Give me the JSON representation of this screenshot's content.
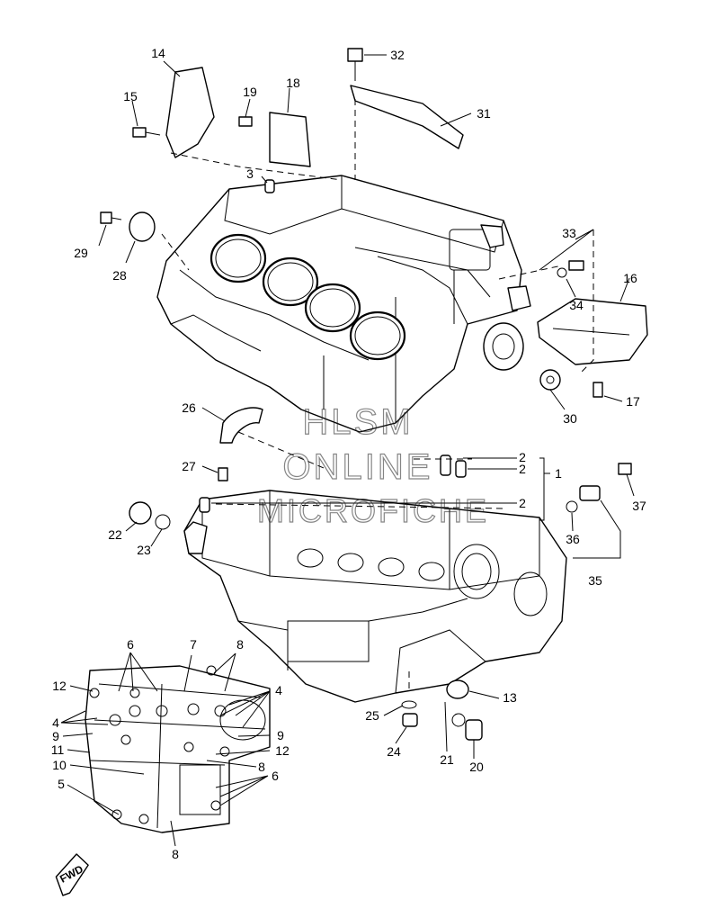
{
  "callouts": [
    {
      "id": "c1",
      "text": "1"
    },
    {
      "id": "c2a",
      "text": "2"
    },
    {
      "id": "c2b",
      "text": "2"
    },
    {
      "id": "c2c",
      "text": "2"
    },
    {
      "id": "c3",
      "text": "3"
    },
    {
      "id": "c4a",
      "text": "4"
    },
    {
      "id": "c4b",
      "text": "4"
    },
    {
      "id": "c5",
      "text": "5"
    },
    {
      "id": "c6a",
      "text": "6"
    },
    {
      "id": "c6b",
      "text": "6"
    },
    {
      "id": "c7",
      "text": "7"
    },
    {
      "id": "c8a",
      "text": "8"
    },
    {
      "id": "c8b",
      "text": "8"
    },
    {
      "id": "c8c",
      "text": "8"
    },
    {
      "id": "c9a",
      "text": "9"
    },
    {
      "id": "c9b",
      "text": "9"
    },
    {
      "id": "c10",
      "text": "10"
    },
    {
      "id": "c11",
      "text": "11"
    },
    {
      "id": "c12a",
      "text": "12"
    },
    {
      "id": "c12b",
      "text": "12"
    },
    {
      "id": "c13",
      "text": "13"
    },
    {
      "id": "c14",
      "text": "14"
    },
    {
      "id": "c15",
      "text": "15"
    },
    {
      "id": "c16",
      "text": "16"
    },
    {
      "id": "c17",
      "text": "17"
    },
    {
      "id": "c18",
      "text": "18"
    },
    {
      "id": "c19",
      "text": "19"
    },
    {
      "id": "c20",
      "text": "20"
    },
    {
      "id": "c21",
      "text": "21"
    },
    {
      "id": "c22",
      "text": "22"
    },
    {
      "id": "c23",
      "text": "23"
    },
    {
      "id": "c24",
      "text": "24"
    },
    {
      "id": "c25",
      "text": "25"
    },
    {
      "id": "c26",
      "text": "26"
    },
    {
      "id": "c27",
      "text": "27"
    },
    {
      "id": "c28",
      "text": "28"
    },
    {
      "id": "c29",
      "text": "29"
    },
    {
      "id": "c30",
      "text": "30"
    },
    {
      "id": "c31",
      "text": "31"
    },
    {
      "id": "c32",
      "text": "32"
    },
    {
      "id": "c33",
      "text": "33"
    },
    {
      "id": "c34",
      "text": "34"
    },
    {
      "id": "c35",
      "text": "35"
    },
    {
      "id": "c36",
      "text": "36"
    },
    {
      "id": "c37",
      "text": "37"
    }
  ],
  "watermark": {
    "line1": "HLSM",
    "line2": "ONLINE",
    "line3": "MICROFICHE"
  },
  "direction_badge": "FWD"
}
